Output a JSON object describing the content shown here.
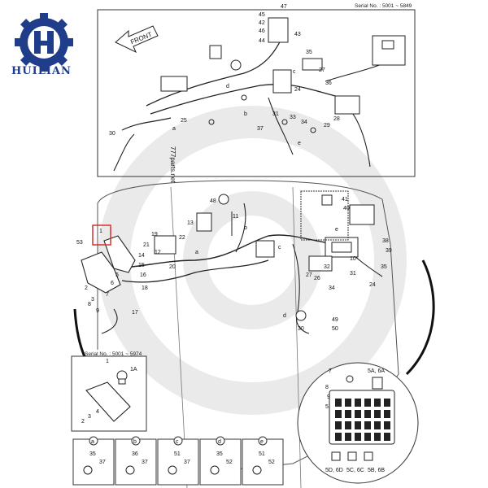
{
  "brand": {
    "name": "HUILIAN",
    "color": "#1f3d8a"
  },
  "watermark": {
    "text": "777parts.net"
  },
  "top_panel": {
    "serial": "Serial No. : 5001 ~ 5849",
    "front_label": "FRONT",
    "callouts": [
      "47",
      "43",
      "45",
      "46",
      "42",
      "44",
      "35",
      "27",
      "36",
      "24",
      "33",
      "25",
      "30",
      "31",
      "37",
      "34",
      "28",
      "29",
      "d",
      "b",
      "a",
      "c",
      "e"
    ]
  },
  "main_panel": {
    "callouts": [
      "48",
      "41",
      "40",
      "38",
      "39",
      "13",
      "11",
      "19",
      "22",
      "21",
      "14",
      "15",
      "16",
      "18",
      "20",
      "17",
      "12",
      "53",
      "1",
      "2",
      "3",
      "6",
      "5",
      "8",
      "7",
      "9",
      "31",
      "32",
      "26",
      "27",
      "34",
      "35",
      "24",
      "10",
      "30",
      "49",
      "50",
      "a",
      "b",
      "c",
      "d",
      "e"
    ],
    "highlight_color": "#d9302b"
  },
  "bottom_left_inset": {
    "serial": "Serial No. : 5001 ~ 5974",
    "callouts": [
      "1",
      "1A",
      "2",
      "3",
      "4"
    ]
  },
  "fuse_inset": {
    "callouts": [
      "7",
      "8",
      "9",
      "5",
      "5A, 6A",
      "5D, 6D",
      "5C, 6C",
      "5B, 6B"
    ]
  },
  "detail_boxes": [
    {
      "letter": "a",
      "parts": [
        "35",
        "37"
      ]
    },
    {
      "letter": "b",
      "parts": [
        "36",
        "37"
      ]
    },
    {
      "letter": "c",
      "parts": [
        "51",
        "37"
      ]
    },
    {
      "letter": "d",
      "parts": [
        "35",
        "52"
      ]
    },
    {
      "letter": "e",
      "parts": [
        "51",
        "52"
      ]
    }
  ]
}
